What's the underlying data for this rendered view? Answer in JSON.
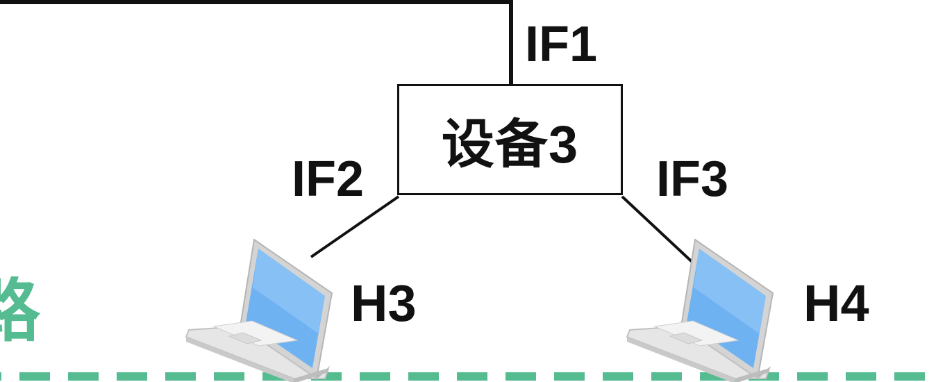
{
  "device": {
    "label": "设备3"
  },
  "interfaces": [
    {
      "id": "if1",
      "label": "IF1"
    },
    {
      "id": "if2",
      "label": "IF2"
    },
    {
      "id": "if3",
      "label": "IF3"
    }
  ],
  "hosts": [
    {
      "id": "h3",
      "label": "H3"
    },
    {
      "id": "h4",
      "label": "H4"
    }
  ],
  "side_text": {
    "char": "路"
  },
  "colors": {
    "line": "#111111",
    "accent": "#55bb91",
    "screen": "#6fb2f2",
    "laptop_body": "#e6e6e6"
  }
}
